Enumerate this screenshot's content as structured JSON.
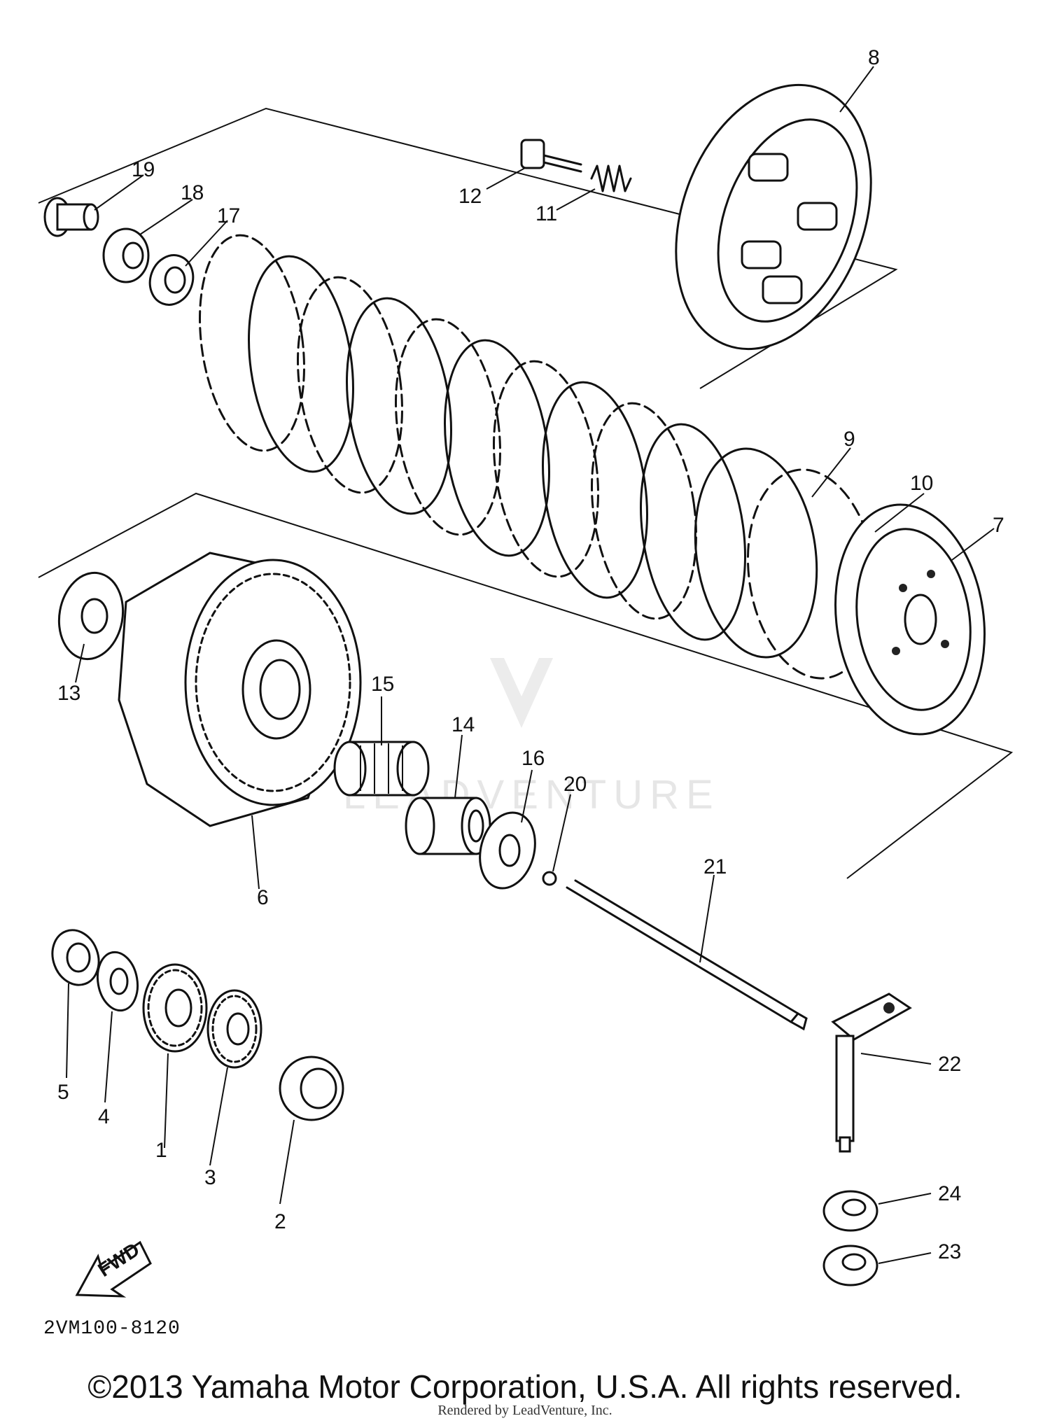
{
  "diagram": {
    "callouts": {
      "1": "1",
      "2": "2",
      "3": "3",
      "4": "4",
      "5": "5",
      "6": "6",
      "7": "7",
      "8": "8",
      "9": "9",
      "10": "10",
      "11": "11",
      "12": "12",
      "13": "13",
      "14": "14",
      "15": "15",
      "16": "16",
      "17": "17",
      "18": "18",
      "19": "19",
      "20": "20",
      "21": "21",
      "22": "22",
      "23": "23",
      "24": "24"
    },
    "diagram_code": "2VM100-8120",
    "fwd_label": "FWD",
    "watermark": "LEADVENTURE"
  },
  "footer": {
    "copyright": "©2013 Yamaha Motor Corporation, U.S.A. All rights reserved.",
    "rendered_by": "Rendered by LeadVenture, Inc."
  }
}
